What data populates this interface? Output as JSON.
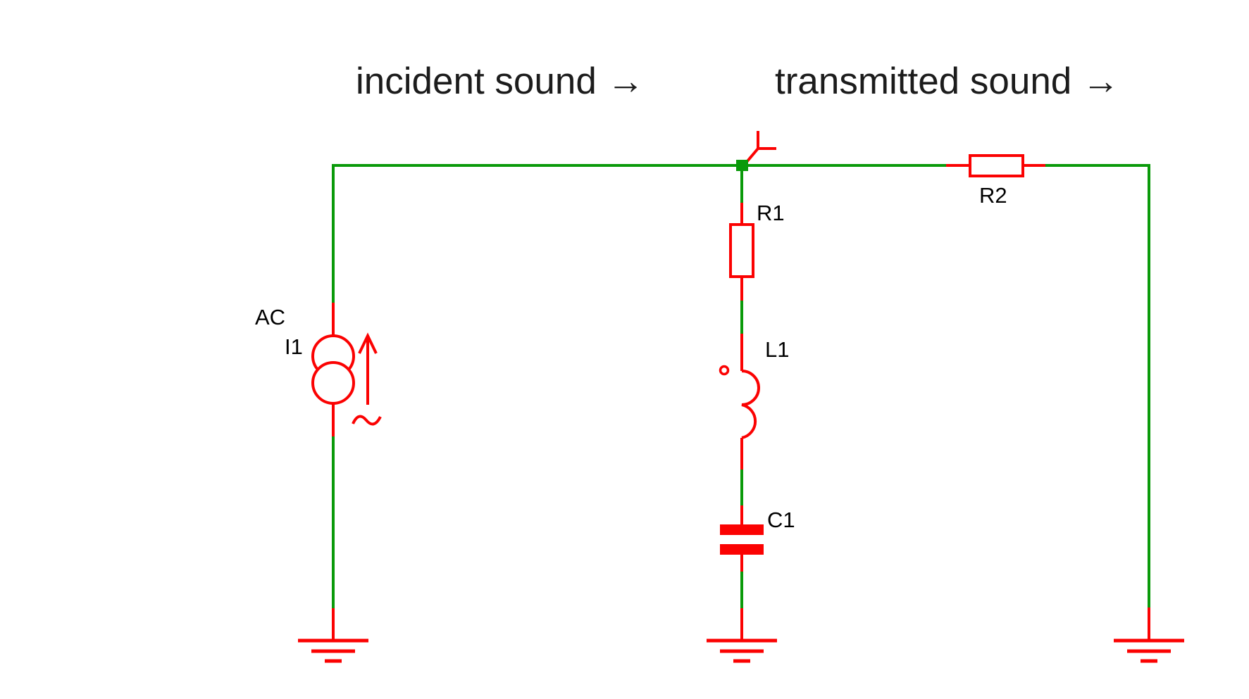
{
  "headings": {
    "incident": "incident sound →",
    "transmitted": "transmitted sound →"
  },
  "components": {
    "source": {
      "type_label": "AC",
      "name": "I1"
    },
    "r1": {
      "name": "R1"
    },
    "l1": {
      "name": "L1"
    },
    "c1": {
      "name": "C1"
    },
    "r2": {
      "name": "R2"
    }
  },
  "colors": {
    "wire_green": "#0a9a0a",
    "component_red": "#fb0202",
    "label_black": "#000000",
    "heading_dark": "#1c1c1c",
    "background": "#ffffff"
  }
}
